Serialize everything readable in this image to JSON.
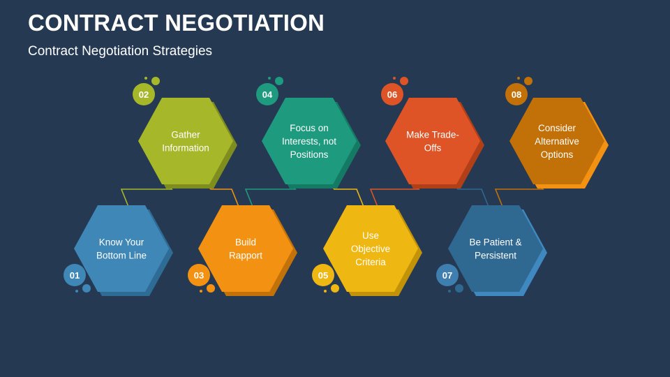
{
  "header": {
    "title": "CONTRACT NEGOTIATION",
    "subtitle": "Contract Negotiation Strategies"
  },
  "steps": [
    {
      "number": "01",
      "lines": [
        "Know Your",
        "Bottom Line"
      ],
      "color": "#3f87b6",
      "shadow": "#2f6c95"
    },
    {
      "number": "02",
      "lines": [
        "Gather",
        "Information"
      ],
      "color": "#a6b72a",
      "shadow": "#7f8d1e"
    },
    {
      "number": "03",
      "lines": [
        "Build",
        "Rapport"
      ],
      "color": "#f39212",
      "shadow": "#c3720a"
    },
    {
      "number": "04",
      "lines": [
        "Focus on",
        "Interests, not",
        "Positions"
      ],
      "color": "#1e9a7e",
      "shadow": "#157a63"
    },
    {
      "number": "05",
      "lines": [
        "Use",
        "Objective",
        "Criteria"
      ],
      "color": "#efb711",
      "shadow": "#c29309"
    },
    {
      "number": "06",
      "lines": [
        "Make Trade-",
        "Offs"
      ],
      "color": "#de5426",
      "shadow": "#b13f18"
    },
    {
      "number": "07",
      "lines": [
        "Be Patient &",
        "Persistent"
      ],
      "color": "#2f6891",
      "shadow": "#3f89c0"
    },
    {
      "number": "08",
      "lines": [
        "Consider",
        "Alternative",
        "Options"
      ],
      "color": "#c27008",
      "shadow": "#f39212"
    }
  ]
}
